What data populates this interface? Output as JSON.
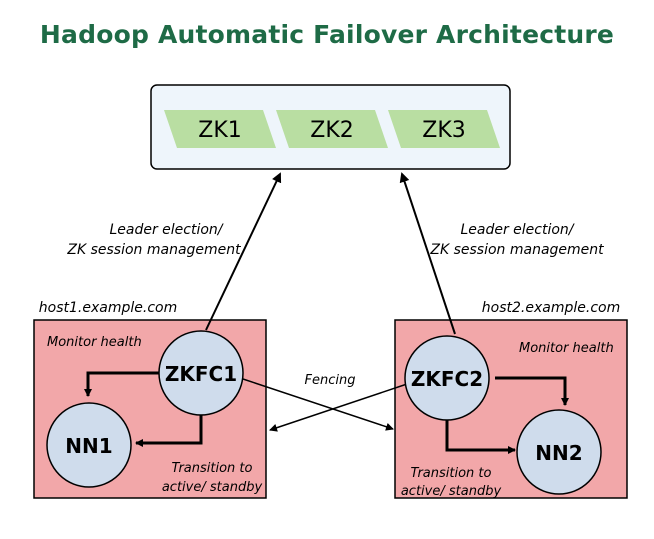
{
  "title": "Hadoop Automatic Failover Architecture",
  "zk_nodes": [
    "ZK1",
    "ZK2",
    "ZK3"
  ],
  "left_annotation": {
    "line1": "Leader election/",
    "line2": "ZK session management"
  },
  "right_annotation": {
    "line1": "Leader election/",
    "line2": "ZK session management"
  },
  "host1": {
    "hostname": "host1.example.com",
    "monitor_label": "Monitor health",
    "zkfc": "ZKFC1",
    "namenode": "NN1",
    "transition_line1": "Transition to",
    "transition_line2": "active/ standby"
  },
  "host2": {
    "hostname": "host2.example.com",
    "monitor_label": "Monitor health",
    "zkfc": "ZKFC2",
    "namenode": "NN2",
    "transition_line1": "Transition to",
    "transition_line2": "active/ standby"
  },
  "fencing_label": "Fencing",
  "colors": {
    "title": "#1e6b46",
    "zk_panel_bg": "#eef5fb",
    "zk_shape": "#b9dea2",
    "host_box": "#f2a7a9",
    "circle": "#cfdcec"
  }
}
